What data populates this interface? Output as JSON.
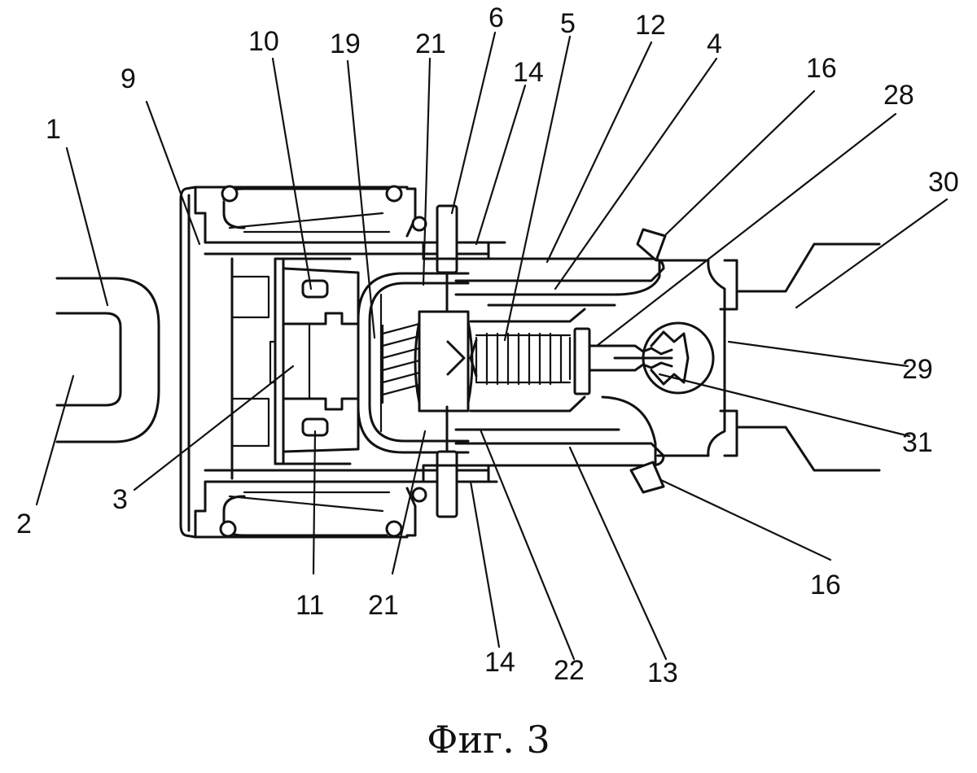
{
  "caption": "Фиг. 3",
  "labels": [
    {
      "id": "1",
      "text": "1"
    },
    {
      "id": "2",
      "text": "2"
    },
    {
      "id": "3",
      "text": "3"
    },
    {
      "id": "4",
      "text": "4"
    },
    {
      "id": "5",
      "text": "5"
    },
    {
      "id": "6",
      "text": "6"
    },
    {
      "id": "9",
      "text": "9"
    },
    {
      "id": "10",
      "text": "10"
    },
    {
      "id": "11",
      "text": "11"
    },
    {
      "id": "12",
      "text": "12"
    },
    {
      "id": "13",
      "text": "13"
    },
    {
      "id": "14a",
      "text": "14"
    },
    {
      "id": "14b",
      "text": "14"
    },
    {
      "id": "16a",
      "text": "16"
    },
    {
      "id": "16b",
      "text": "16"
    },
    {
      "id": "19",
      "text": "19"
    },
    {
      "id": "21a",
      "text": "21"
    },
    {
      "id": "21b",
      "text": "21"
    },
    {
      "id": "22",
      "text": "22"
    },
    {
      "id": "28",
      "text": "28"
    },
    {
      "id": "29",
      "text": "29"
    },
    {
      "id": "30",
      "text": "30"
    },
    {
      "id": "31",
      "text": "31"
    }
  ]
}
